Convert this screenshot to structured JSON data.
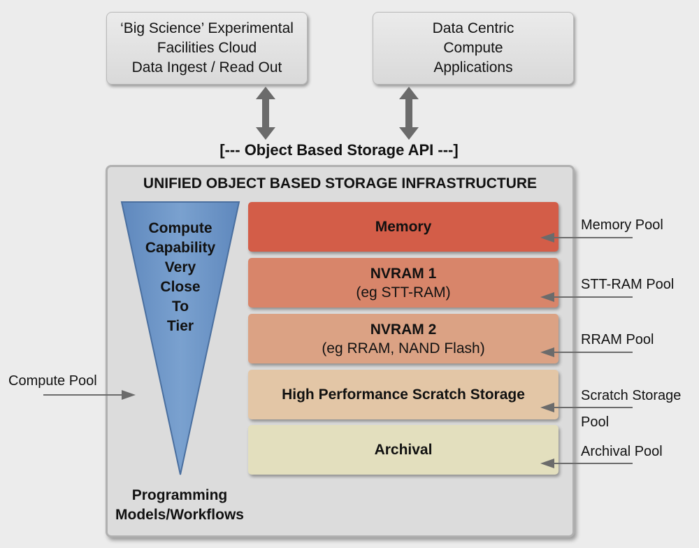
{
  "top_boxes": {
    "left": [
      "‘Big Science’ Experimental",
      "Facilities Cloud",
      "Data Ingest / Read Out"
    ],
    "right": [
      "Data Centric",
      "Compute",
      "Applications"
    ]
  },
  "api_label": "[--- Object Based Storage API ---]",
  "infrastructure": {
    "title": "UNIFIED OBJECT BASED STORAGE INFRASTRUCTURE",
    "triangle_text": [
      "Compute",
      "Capability",
      "Very",
      "Close",
      "To",
      "Tier"
    ],
    "bottom_label": [
      "Programming",
      "Models/Workflows"
    ],
    "tiers": [
      {
        "name": "Memory",
        "sub": "",
        "color": "#d35d48"
      },
      {
        "name": "NVRAM 1",
        "sub": "(eg STT-RAM)",
        "color": "#d8856a"
      },
      {
        "name": "NVRAM 2",
        "sub": "(eg RRAM, NAND Flash)",
        "color": "#dba284"
      },
      {
        "name": "High Performance Scratch Storage",
        "sub": "",
        "color": "#e3c6a6"
      },
      {
        "name": "Archival",
        "sub": "",
        "color": "#e3dfbe"
      }
    ]
  },
  "pools": {
    "memory": "Memory Pool",
    "stt": "STT-RAM Pool",
    "rram": "RRAM Pool",
    "scratch_line1": "Scratch Storage",
    "scratch_line2": "Pool",
    "archival": "Archival Pool",
    "compute": "Compute Pool"
  },
  "colors": {
    "triangle": "#6f97c7",
    "arrow": "#6b6b6b"
  }
}
